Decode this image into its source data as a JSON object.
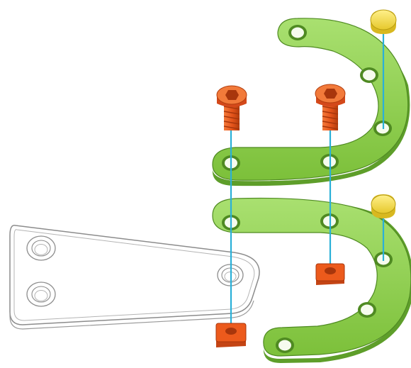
{
  "diagram": {
    "kind": "exploded-assembly",
    "colors": {
      "bracket_fill": "#8ed04a",
      "bracket_edge": "#3f7a1c",
      "bracket_hole": "#f4fbe9",
      "screw_fill": "#ec5a1c",
      "screw_dark": "#a8360c",
      "nut_fill": "#ec5a1c",
      "cap_fill": "#f7e04a",
      "cap_edge": "#b79c12",
      "axis_line": "#2ab0d8",
      "plate_outline": "#a0a0a0"
    },
    "parts": [
      {
        "name": "curved-bracket",
        "count": 2,
        "holes": 5
      },
      {
        "name": "screw",
        "count": 2,
        "icon": "hex-socket-screw-icon"
      },
      {
        "name": "square-nut",
        "count": 2,
        "icon": "square-nut-icon"
      },
      {
        "name": "round-cap",
        "count": 2,
        "icon": "dome-cap-icon"
      },
      {
        "name": "flat-plate",
        "count": 1,
        "holes": 3,
        "style": "wireframe"
      }
    ]
  }
}
